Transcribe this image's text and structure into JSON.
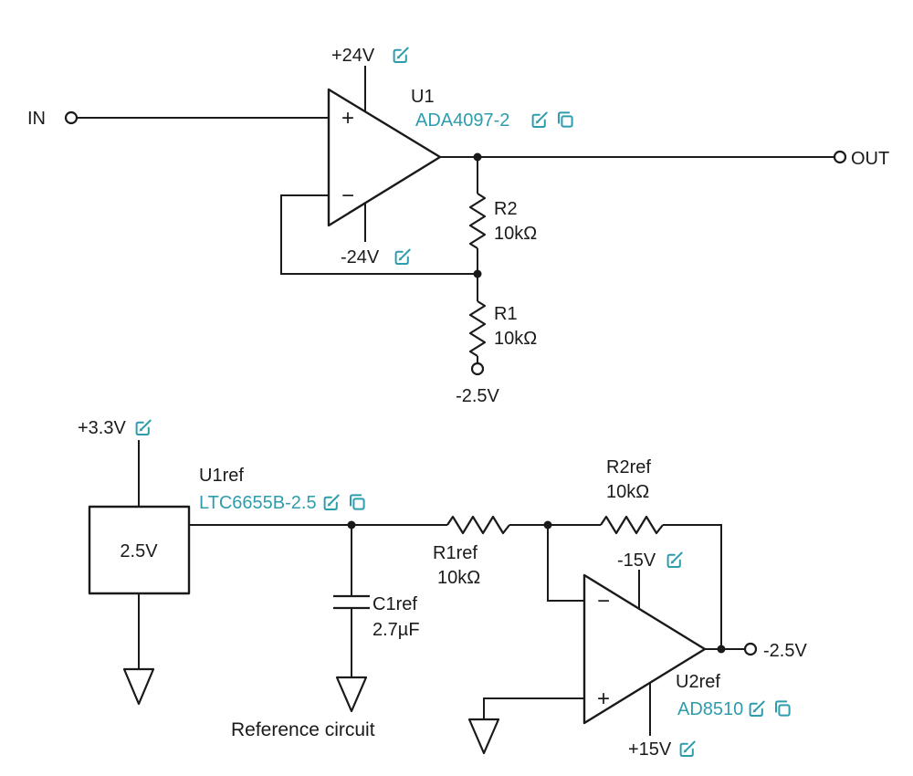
{
  "colors": {
    "wire": "#1a1a1a",
    "accent": "#2d9dad",
    "background": "#ffffff"
  },
  "main": {
    "in_label": "IN",
    "out_label": "OUT",
    "u1": {
      "refdes": "U1",
      "part": "ADA4097-2",
      "vpos": "+24V",
      "vneg": "-24V",
      "plus": "+",
      "minus": "−"
    },
    "r2": {
      "refdes": "R2",
      "value": "10kΩ"
    },
    "r1": {
      "refdes": "R1",
      "value": "10kΩ"
    },
    "neg_ref": "-2.5V"
  },
  "ref": {
    "caption": "Reference circuit",
    "supply": "+3.3V",
    "box_label": "2.5V",
    "u1ref": {
      "refdes": "U1ref",
      "part": "LTC6655B-2.5"
    },
    "c1ref": {
      "refdes": "C1ref",
      "value": "2.7µF"
    },
    "r1ref": {
      "refdes": "R1ref",
      "value": "10kΩ"
    },
    "r2ref": {
      "refdes": "R2ref",
      "value": "10kΩ"
    },
    "u2ref": {
      "refdes": "U2ref",
      "part": "AD8510",
      "vpos": "+15V",
      "vneg": "-15V",
      "plus": "+",
      "minus": "−"
    },
    "out_label": "-2.5V"
  }
}
